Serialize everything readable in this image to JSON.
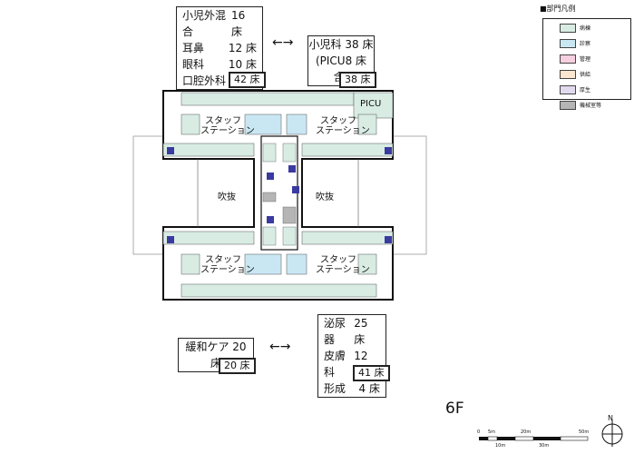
{
  "top_left_box": {
    "rows": [
      {
        "name": "小児外混合",
        "count": "16 床"
      },
      {
        "name": "耳鼻",
        "count": "12 床"
      },
      {
        "name": "眼科",
        "count": "10 床"
      },
      {
        "name": "口腔外科",
        "count": "4 床"
      }
    ],
    "total": "42 床"
  },
  "top_right_box": {
    "line1": "小児科 38 床",
    "line2": "(PICU8 床含)",
    "total": "38 床"
  },
  "bottom_left_box": {
    "line1": "緩和ケア 20 床",
    "total": "20 床"
  },
  "bottom_right_box": {
    "rows": [
      {
        "name": "泌尿器",
        "count": "25 床"
      },
      {
        "name": "皮膚科",
        "count": "12 床"
      },
      {
        "name": "形成",
        "count": "4 床"
      }
    ],
    "total": "41 床"
  },
  "arrow_symbol": "←→",
  "plan_labels": {
    "staff_station": "スタッフ\nステーション",
    "atrium": "吹抜",
    "picu": "PICU"
  },
  "legend": {
    "title": "■部門凡例",
    "items": [
      {
        "label": "病棟",
        "color": "#d8ece4"
      },
      {
        "label": "診察",
        "color": "#c9e7f3"
      },
      {
        "label": "管理",
        "color": "#f6cfe0"
      },
      {
        "label": "供給",
        "color": "#fbe6cf"
      },
      {
        "label": "厚生",
        "color": "#e1d9ee"
      },
      {
        "label": "機械室等",
        "color": "#b5b5b5"
      }
    ]
  },
  "floor_label": "6F",
  "scale": {
    "top_ticks": [
      "0",
      "5m",
      "20m",
      "50m"
    ],
    "bottom_ticks": [
      "10m",
      "30m"
    ]
  },
  "north": "N"
}
